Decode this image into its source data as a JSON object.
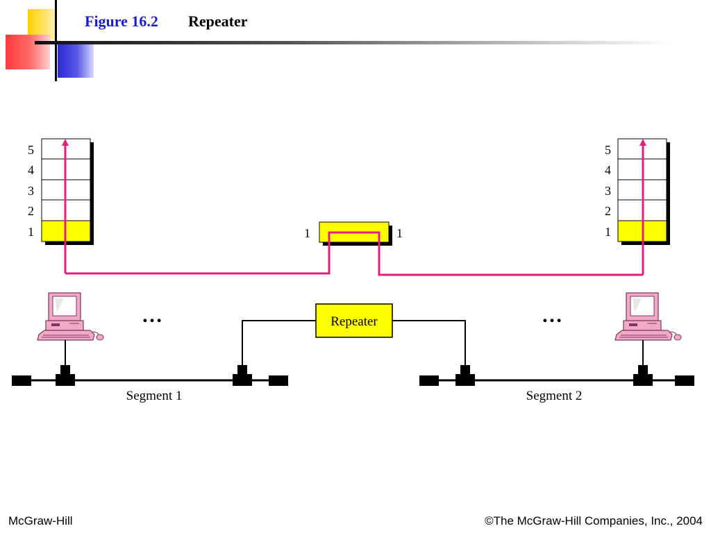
{
  "slide": {
    "figure_label": "Figure 16.2",
    "figure_title": "Repeater"
  },
  "diagram": {
    "left_stack": {
      "layers": [
        "5",
        "4",
        "3",
        "2",
        "1"
      ],
      "highlighted_layer": "1"
    },
    "right_stack": {
      "layers": [
        "5",
        "4",
        "3",
        "2",
        "1"
      ],
      "highlighted_layer": "1"
    },
    "repeater_layer": {
      "left_label": "1",
      "right_label": "1"
    },
    "repeater_box_label": "Repeater",
    "ellipsis_left": "…",
    "ellipsis_right": "…",
    "segment_left_label": "Segment 1",
    "segment_right_label": "Segment 2",
    "icons": [
      "computer-icon",
      "computer-icon"
    ]
  },
  "colors": {
    "highlight": "#ffff00",
    "path": "#e0207a",
    "title_blue": "#1a1ad0",
    "computer": "#f4a8c8"
  },
  "footer": {
    "left": "McGraw-Hill",
    "right": "©The McGraw-Hill Companies, Inc., 2004"
  }
}
